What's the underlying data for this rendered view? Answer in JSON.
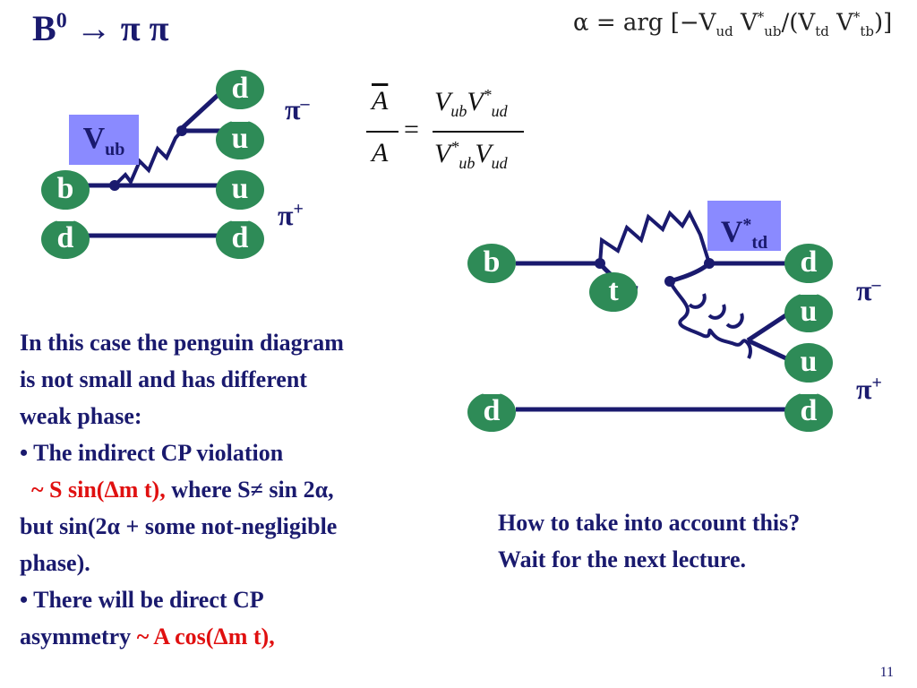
{
  "title": {
    "main": "B",
    "sup": "0",
    "rest": " → π π"
  },
  "alpha_formula": {
    "lhs": "α = arg",
    "body": "[−V",
    "ud": "ud",
    "v2": " V",
    "star1": "*",
    "ub": "ub",
    "mid": "/(V",
    "td": "td",
    "v3": " V",
    "star2": "*",
    "tb": "tb",
    "end": ")]"
  },
  "tree": {
    "vub": {
      "V": "V",
      "sub": "ub"
    },
    "quarks": {
      "d_top": "d",
      "u_bar": "u",
      "u": "u",
      "d_bar_right": "d",
      "b": "b",
      "d_bar_left": "d"
    },
    "pi_minus": {
      "pi": "π",
      "sup": "–"
    },
    "pi_plus": {
      "pi": "π",
      "sup": "+"
    }
  },
  "ratio": {
    "num_A": "A",
    "den_A": "A",
    "eq": "=",
    "num": {
      "V1": "V",
      "s1": "ub",
      "V2": "V",
      "sup2": "*",
      "s2": "ud"
    },
    "den": {
      "V1": "V",
      "sup1": "*",
      "s1": "ub",
      "V2": "V",
      "s2": "ud"
    }
  },
  "penguin": {
    "vtd": {
      "V": "V",
      "sup": "*",
      "sub": "td"
    },
    "quarks": {
      "b": "b",
      "t": "t",
      "d": "d",
      "u_bar": "u",
      "u": "u",
      "d_bar_left": "d",
      "d_bar_right": "d"
    },
    "pi_minus": {
      "pi": "π",
      "sup": "–"
    },
    "pi_plus": {
      "pi": "π",
      "sup": "+"
    }
  },
  "text": {
    "line1": "In this case the penguin diagram",
    "line2": "is not small and has different",
    "line3": "weak phase:",
    "line4": "• The indirect CP violation",
    "line5_red": "~ S sin(Δm t),",
    "line5_rest": " where S≠ sin 2α,",
    "line6": "but sin(2α + some not-negligible",
    "line7": "phase).",
    "line8": "• There will be direct CP",
    "line9_start": "asymmetry ",
    "line9_red": "~ A cos(Δm t),"
  },
  "question": {
    "line1": "How to take into account this?",
    "line2": "Wait for the next lecture."
  },
  "page_number": "11",
  "colors": {
    "navy": "#1a1a6e",
    "quark_green": "#2e8b57",
    "vbox_blue": "#8a8aff",
    "red": "#e01010"
  }
}
